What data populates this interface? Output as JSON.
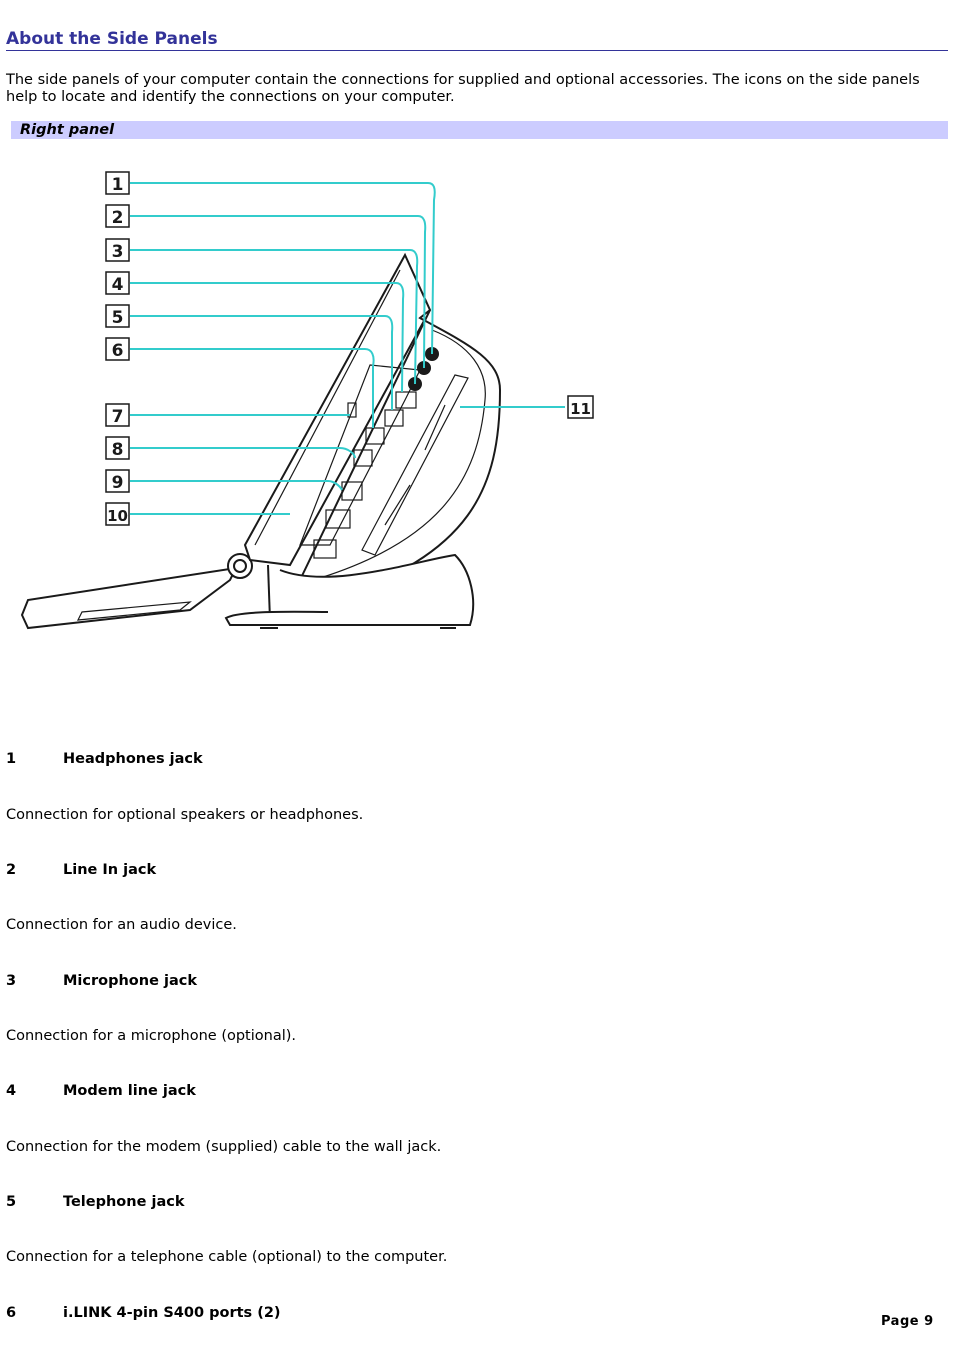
{
  "page": {
    "title": "About the Side Panels",
    "intro": "The side panels of your computer contain the connections for supplied and optional accessories. The icons on the side panels help to locate and identify the connections on your computer.",
    "section_label": "Right panel",
    "page_label": "Page 9"
  },
  "figure": {
    "callouts": [
      "1",
      "2",
      "3",
      "4",
      "5",
      "6",
      "7",
      "8",
      "9",
      "10",
      "11"
    ],
    "callout_color": "#33cccc"
  },
  "items": [
    {
      "num": "1",
      "title": "Headphones jack",
      "desc": "Connection for optional speakers or headphones."
    },
    {
      "num": "2",
      "title": "Line In jack",
      "desc": "Connection for an audio device."
    },
    {
      "num": "3",
      "title": "Microphone jack",
      "desc": "Connection for a microphone (optional)."
    },
    {
      "num": "4",
      "title": "Modem line jack",
      "desc": "Connection for the modem (supplied) cable to the wall jack."
    },
    {
      "num": "5",
      "title": "Telephone jack",
      "desc": "Connection for a telephone cable (optional) to the computer."
    },
    {
      "num": "6",
      "title": "i.LINK 4-pin S400 ports (2)"
    }
  ]
}
